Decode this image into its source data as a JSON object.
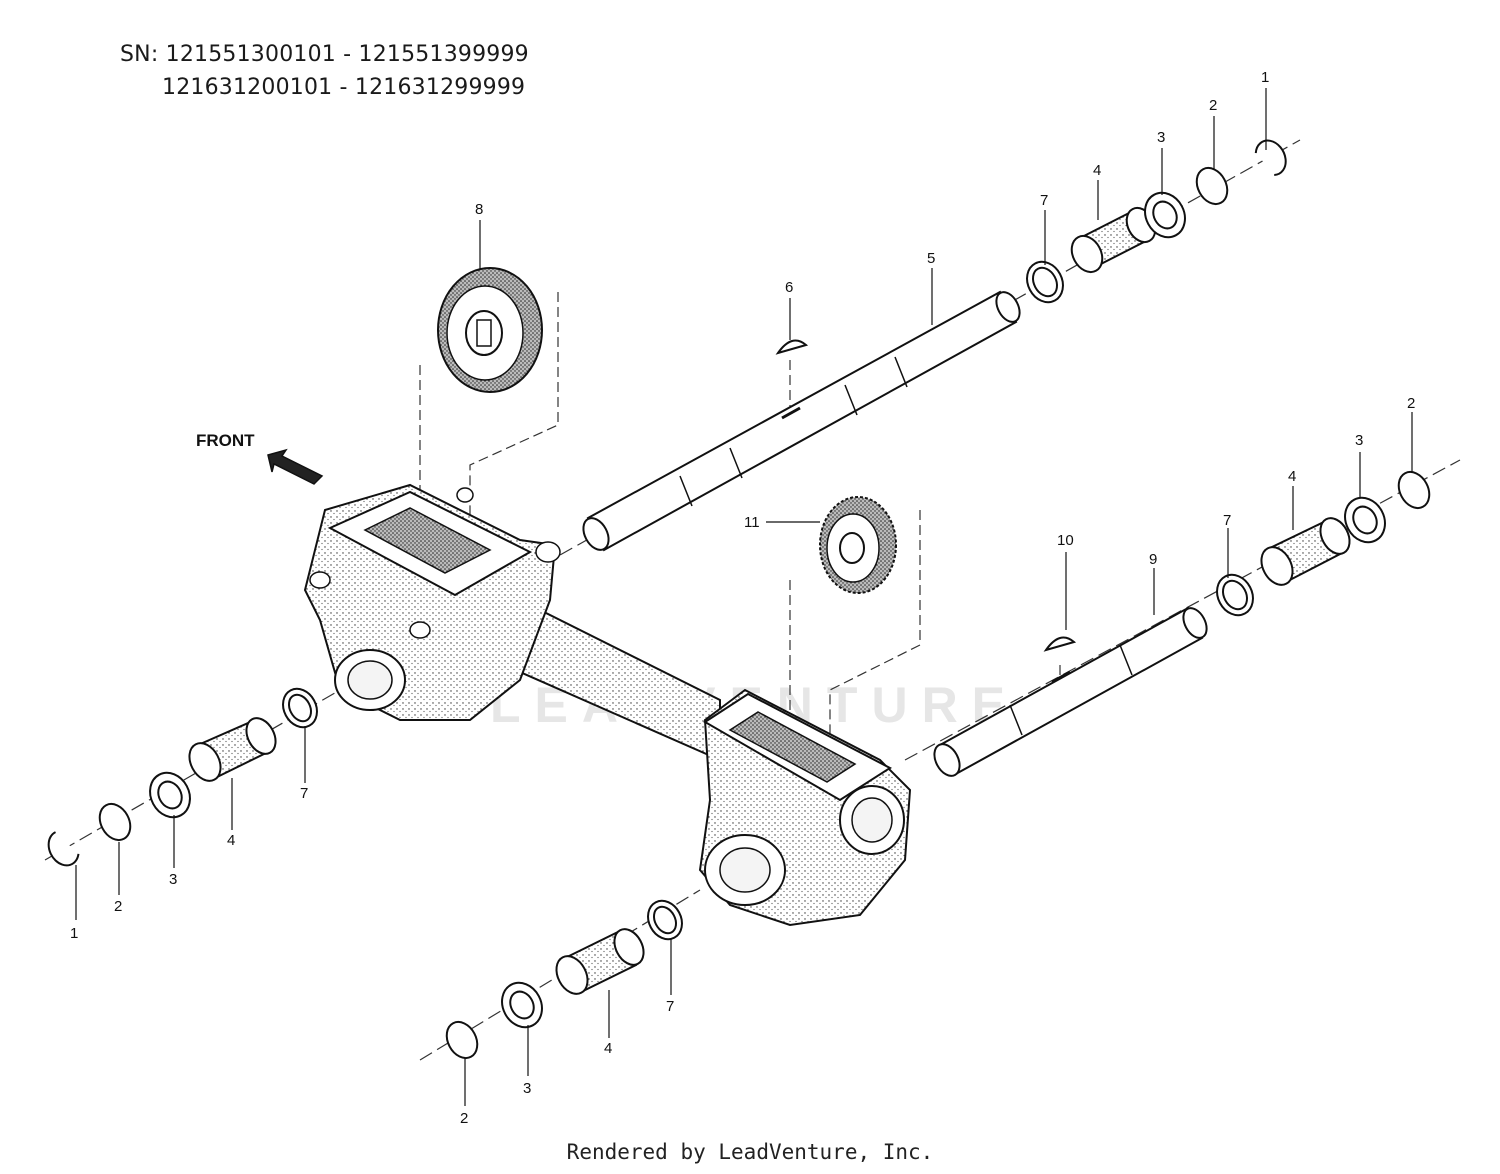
{
  "header": {
    "sn_line1": "SN: 121551300101 - 121551399999",
    "sn_line2": "121631200101 - 121631299999"
  },
  "direction_label": "FRONT",
  "watermark": "LEADVENTURE",
  "callouts": [
    {
      "id": "c1a",
      "text": "1"
    },
    {
      "id": "c2a",
      "text": "2"
    },
    {
      "id": "c3a",
      "text": "3"
    },
    {
      "id": "c4a",
      "text": "4"
    },
    {
      "id": "c7a",
      "text": "7"
    },
    {
      "id": "c5",
      "text": "5"
    },
    {
      "id": "c6",
      "text": "6"
    },
    {
      "id": "c8",
      "text": "8"
    },
    {
      "id": "c2b",
      "text": "2"
    },
    {
      "id": "c3b",
      "text": "3"
    },
    {
      "id": "c4b",
      "text": "4"
    },
    {
      "id": "c7b",
      "text": "7"
    },
    {
      "id": "c9",
      "text": "9"
    },
    {
      "id": "c10",
      "text": "10"
    },
    {
      "id": "c11",
      "text": "11"
    },
    {
      "id": "c1c",
      "text": "1"
    },
    {
      "id": "c2c",
      "text": "2"
    },
    {
      "id": "c3c",
      "text": "3"
    },
    {
      "id": "c4c",
      "text": "4"
    },
    {
      "id": "c7c",
      "text": "7"
    },
    {
      "id": "c2d",
      "text": "2"
    },
    {
      "id": "c3d",
      "text": "3"
    },
    {
      "id": "c4d",
      "text": "4"
    },
    {
      "id": "c7d",
      "text": "7"
    }
  ],
  "footer": "Rendered by LeadVenture, Inc."
}
